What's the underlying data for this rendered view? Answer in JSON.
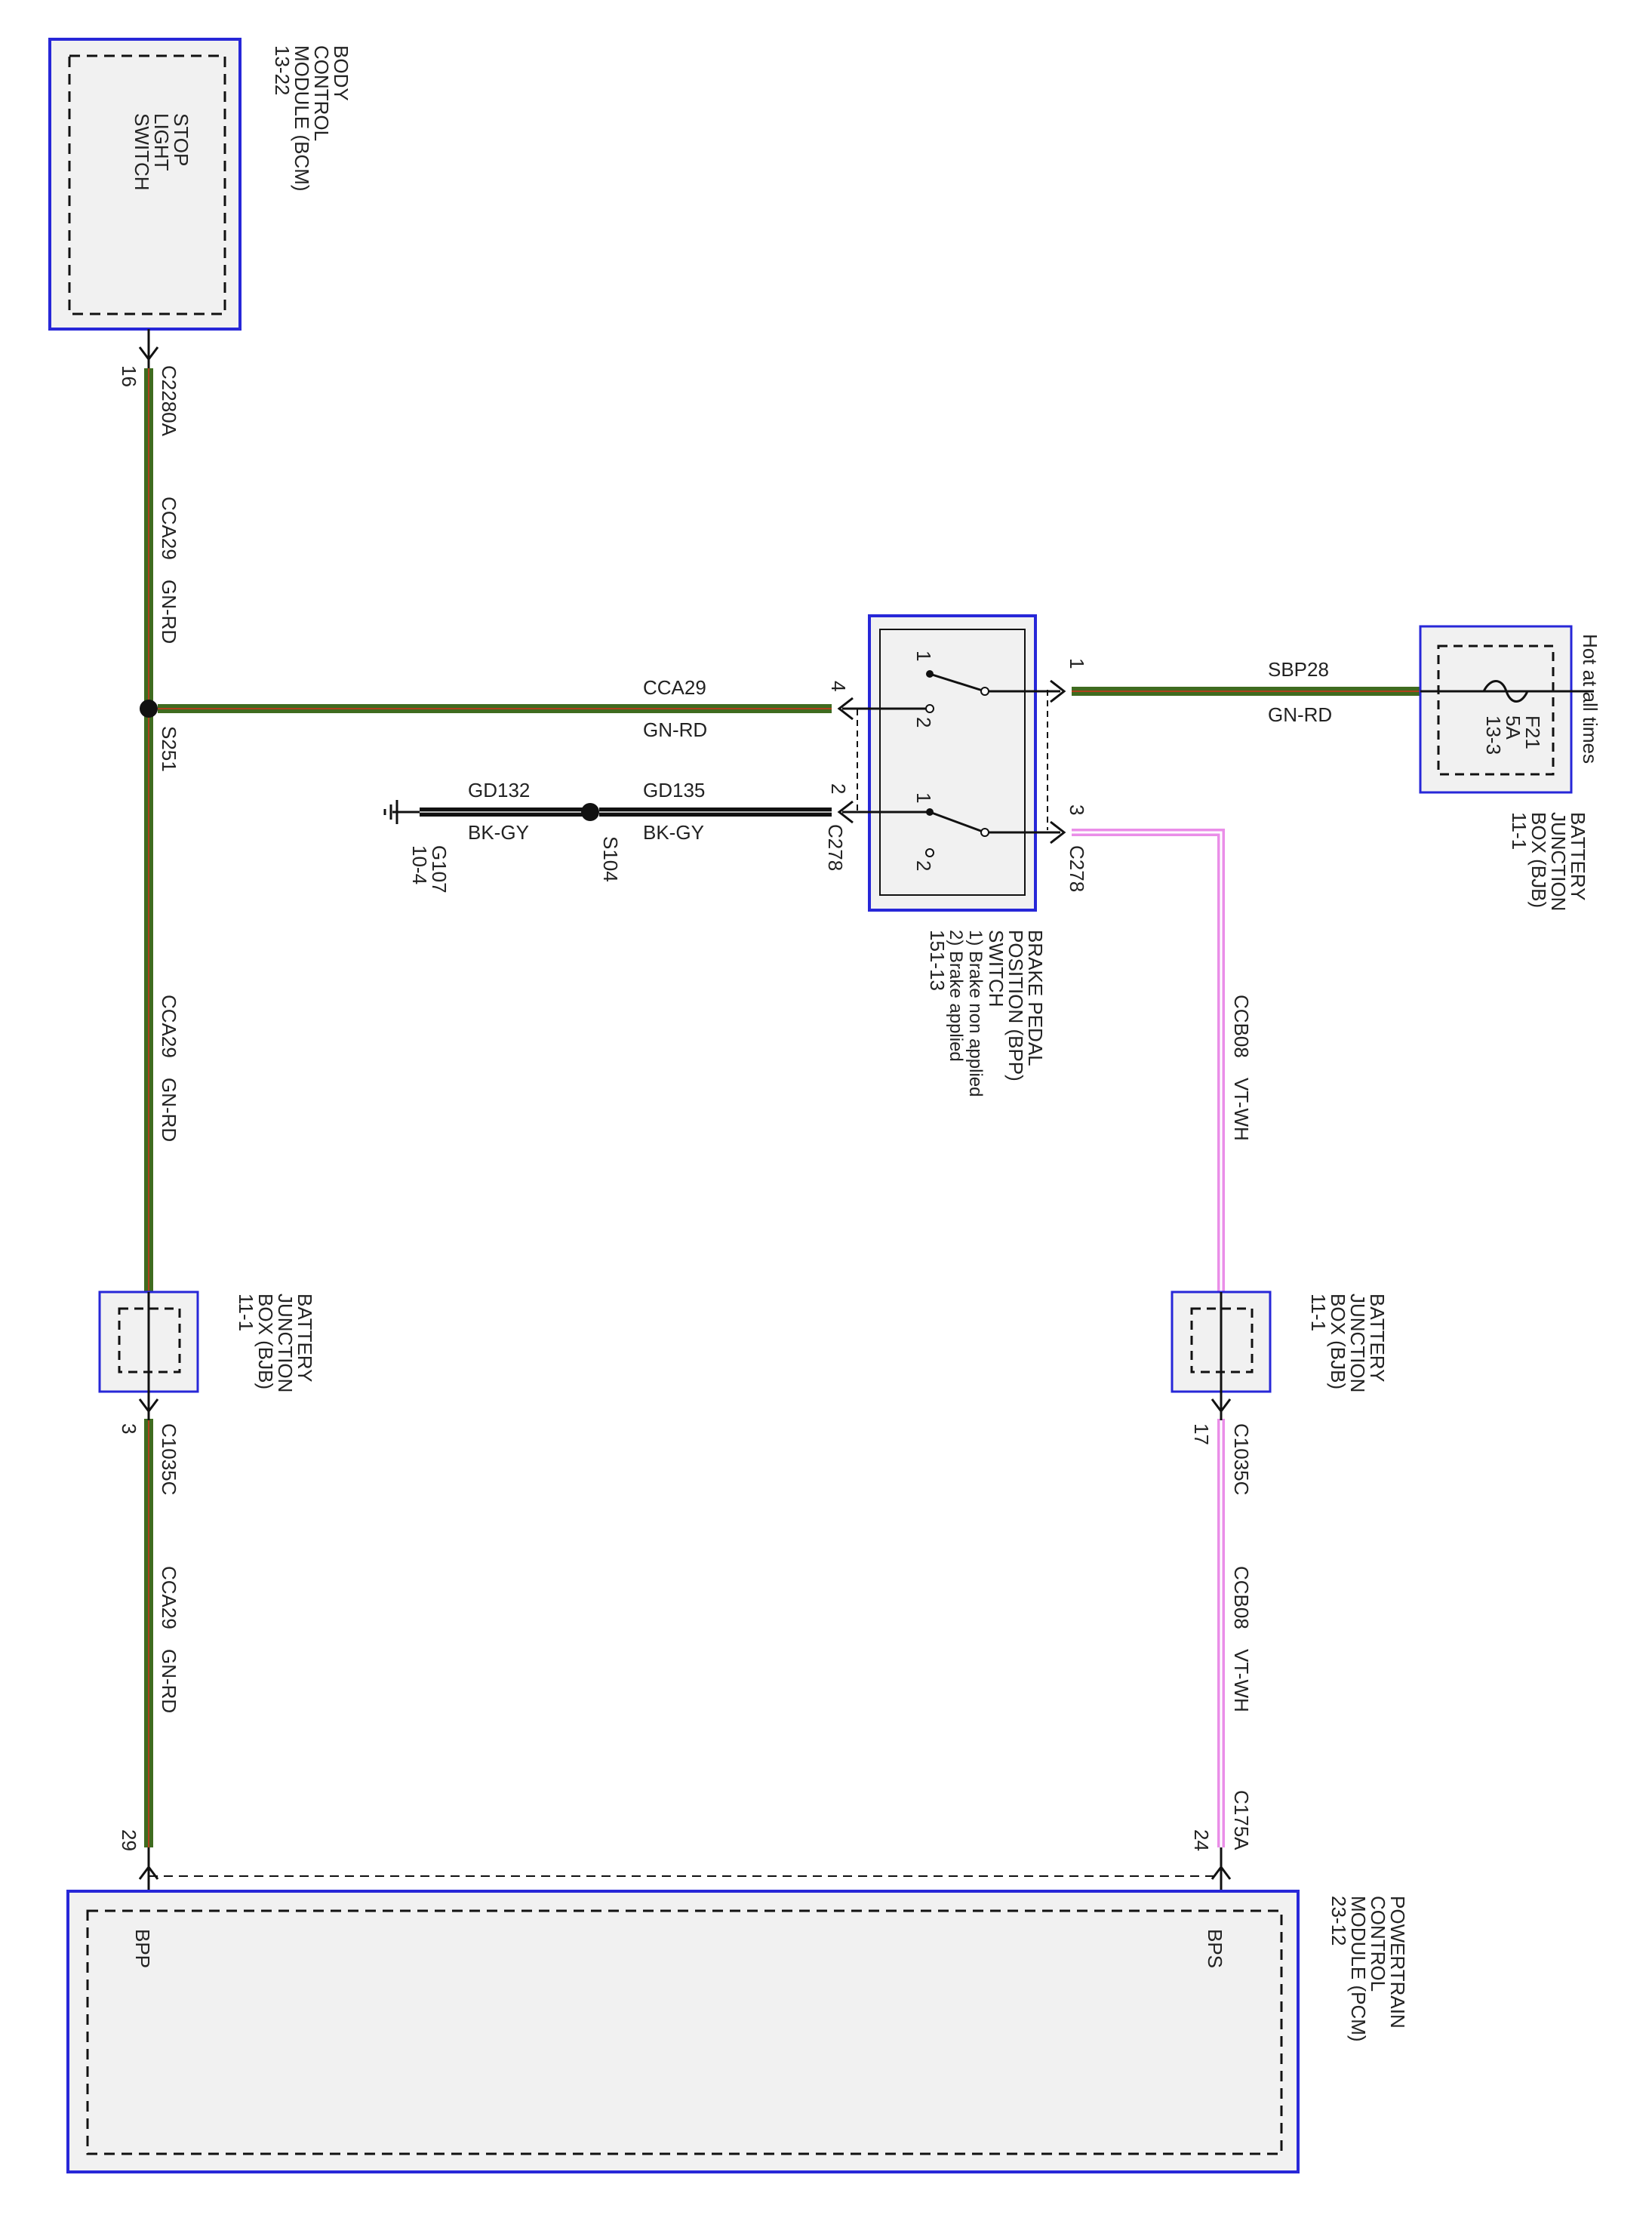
{
  "colors": {
    "module_border": "#2727d8",
    "module_fill": "#f1f1f1",
    "wire_green": "#3f6b1f",
    "wire_red_stripe": "#b0401c",
    "wire_black": "#111111",
    "wire_pink": "#ea8ee8",
    "text": "#222222"
  },
  "modules": {
    "bcm": {
      "title_lines": [
        "BODY",
        "CONTROL",
        "MODULE (BCM)",
        "13-22"
      ],
      "inner_lines": [
        "STOP",
        "LIGHT",
        "SWITCH"
      ],
      "connector": "C2280A",
      "pin": "16"
    },
    "pcm": {
      "title_lines": [
        "POWERTRAIN",
        "CONTROL",
        "MODULE (PCM)",
        "23-12"
      ],
      "pin_bpp": "BPP",
      "pin_bps": "BPS",
      "left_pin": "29",
      "right_pin": "24",
      "right_connector": "C175A"
    },
    "bjb_left": {
      "title_lines": [
        "BATTERY",
        "JUNCTION",
        "BOX (BJB)",
        "11-1"
      ],
      "connector": "C1035C",
      "pin": "3"
    },
    "bjb_right": {
      "title_lines": [
        "BATTERY",
        "JUNCTION",
        "BOX (BJB)",
        "11-1"
      ],
      "connector": "C1035C",
      "pin": "17"
    },
    "bjb_fuse": {
      "title_lines": [
        "BATTERY",
        "JUNCTION",
        "BOX (BJB)",
        "11-1"
      ],
      "fuse_lines": [
        "F21",
        "5A",
        "13-3"
      ],
      "hot": "Hot at all times"
    },
    "bpp_switch": {
      "title_lines": [
        "BRAKE PEDAL",
        "POSITION (BPP)",
        "SWITCH",
        "1) Brake non applied",
        "2) Brake applied",
        "151-13"
      ],
      "connector_left": "C278",
      "connector_right": "C278",
      "pin_4": "4",
      "pin_2": "2",
      "pin_1": "1",
      "pin_3": "3",
      "contact_1": "1",
      "contact_2": "2"
    }
  },
  "wires": {
    "cca29_circuit": "CCA29",
    "cca29_color": "GN-RD",
    "ccb08_circuit": "CCB08",
    "ccb08_color": "VT-WH",
    "sbp28_circuit": "SBP28",
    "sbp28_color": "GN-RD",
    "gd132_circuit": "GD132",
    "gd132_color": "BK-GY",
    "gd135_circuit": "GD135",
    "gd135_color": "BK-GY"
  },
  "splices": {
    "s251": "S251",
    "s104": "S104"
  },
  "ground": {
    "name": "G107",
    "ref": "10-4"
  }
}
